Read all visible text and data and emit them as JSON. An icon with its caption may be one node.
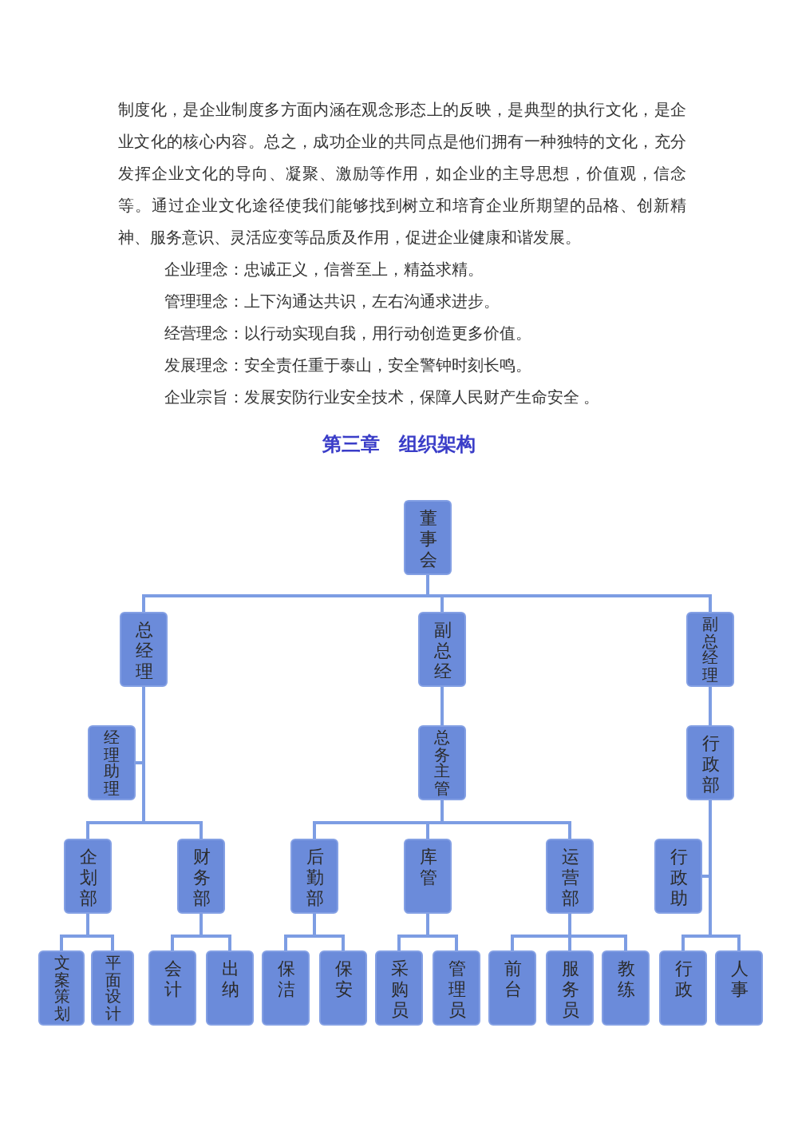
{
  "diagram": {
    "title": "第三章　组织架构",
    "nodes": [
      {
        "text": [
          "董事会"
        ]
      },
      {
        "text": [
          "总经理"
        ]
      },
      {
        "text": [
          "副总经"
        ]
      },
      {
        "text": [
          "副总经理"
        ]
      },
      {
        "text": [
          "经理助理"
        ]
      },
      {
        "text": [
          "总务主管"
        ]
      },
      {
        "text": [
          "行政部"
        ]
      },
      {
        "text": [
          "企划部"
        ]
      },
      {
        "text": [
          "财务部"
        ]
      },
      {
        "text": [
          "后勤部"
        ]
      },
      {
        "text": [
          "库管"
        ]
      },
      {
        "text": [
          "运营部"
        ]
      },
      {
        "text": [
          "行政助"
        ]
      },
      {
        "text": [
          "文案策划"
        ]
      },
      {
        "text": [
          "平面设计"
        ]
      },
      {
        "text": [
          "会计"
        ]
      },
      {
        "text": [
          "出纳"
        ]
      },
      {
        "text": [
          "保洁"
        ]
      },
      {
        "text": [
          "保安"
        ]
      },
      {
        "text": [
          "采购员"
        ]
      },
      {
        "text": [
          "管理员"
        ]
      },
      {
        "text": [
          "前台"
        ]
      },
      {
        "text": [
          "服务员"
        ]
      },
      {
        "text": [
          "教练"
        ]
      },
      {
        "text": [
          "行政"
        ]
      },
      {
        "text": [
          "人事"
        ]
      }
    ],
    "edges": [
      {
        "from": 0,
        "to": 1,
        "arrow": "none"
      },
      {
        "from": 0,
        "to": 2,
        "arrow": "none"
      },
      {
        "from": 0,
        "to": 3,
        "arrow": "none"
      },
      {
        "from": 1,
        "to": 4,
        "arrow": "none"
      },
      {
        "from": 1,
        "to": 7,
        "arrow": "none"
      },
      {
        "from": 1,
        "to": 8,
        "arrow": "none"
      },
      {
        "from": 2,
        "to": 5,
        "arrow": "none"
      },
      {
        "from": 3,
        "to": 6,
        "arrow": "none"
      },
      {
        "from": 5,
        "to": 9,
        "arrow": "none"
      },
      {
        "from": 5,
        "to": 10,
        "arrow": "none"
      },
      {
        "from": 5,
        "to": 11,
        "arrow": "none"
      },
      {
        "from": 6,
        "to": 12,
        "arrow": "none"
      },
      {
        "from": 6,
        "to": 24,
        "arrow": "none"
      },
      {
        "from": 6,
        "to": 25,
        "arrow": "none"
      },
      {
        "from": 7,
        "to": 13,
        "arrow": "none"
      },
      {
        "from": 7,
        "to": 14,
        "arrow": "none"
      },
      {
        "from": 8,
        "to": 15,
        "arrow": "none"
      },
      {
        "from": 8,
        "to": 16,
        "arrow": "none"
      },
      {
        "from": 9,
        "to": 17,
        "arrow": "none"
      },
      {
        "from": 9,
        "to": 18,
        "arrow": "none"
      },
      {
        "from": 10,
        "to": 19,
        "arrow": "none"
      },
      {
        "from": 10,
        "to": 20,
        "arrow": "none"
      },
      {
        "from": 11,
        "to": 21,
        "arrow": "none"
      },
      {
        "from": 11,
        "to": 22,
        "arrow": "none"
      },
      {
        "from": 11,
        "to": 23,
        "arrow": "none"
      }
    ],
    "labels": [
      "制度化，是企业制度多方面内涵在观念形态上的反映，是典型的执行文化，是企业文化的核心内容。总之，成功企业的共同点是他们拥有一种独特的文化，充分发挥企业文化的导向、凝聚、激励等作用，如企业的主导思想，价值观，信念等。通过企业文化途径使我们能够找到树立和培育企业所期望的品格、创新精神、服务意识、灵活应变等品质及作用，促进企业健康和谐发展。",
      "企业理念：忠诚正义，信誉至上，精益求精。",
      "管理理念：上下沟通达共识，左右沟通求进步。",
      "经营理念：以行动实现自我，用行动创造更多价值。",
      "发展理念：安全责任重于泰山，安全警钟时刻长鸣。",
      "企业宗旨：发展安防行业安全技术，保障人民财产生命安全 。"
    ]
  }
}
